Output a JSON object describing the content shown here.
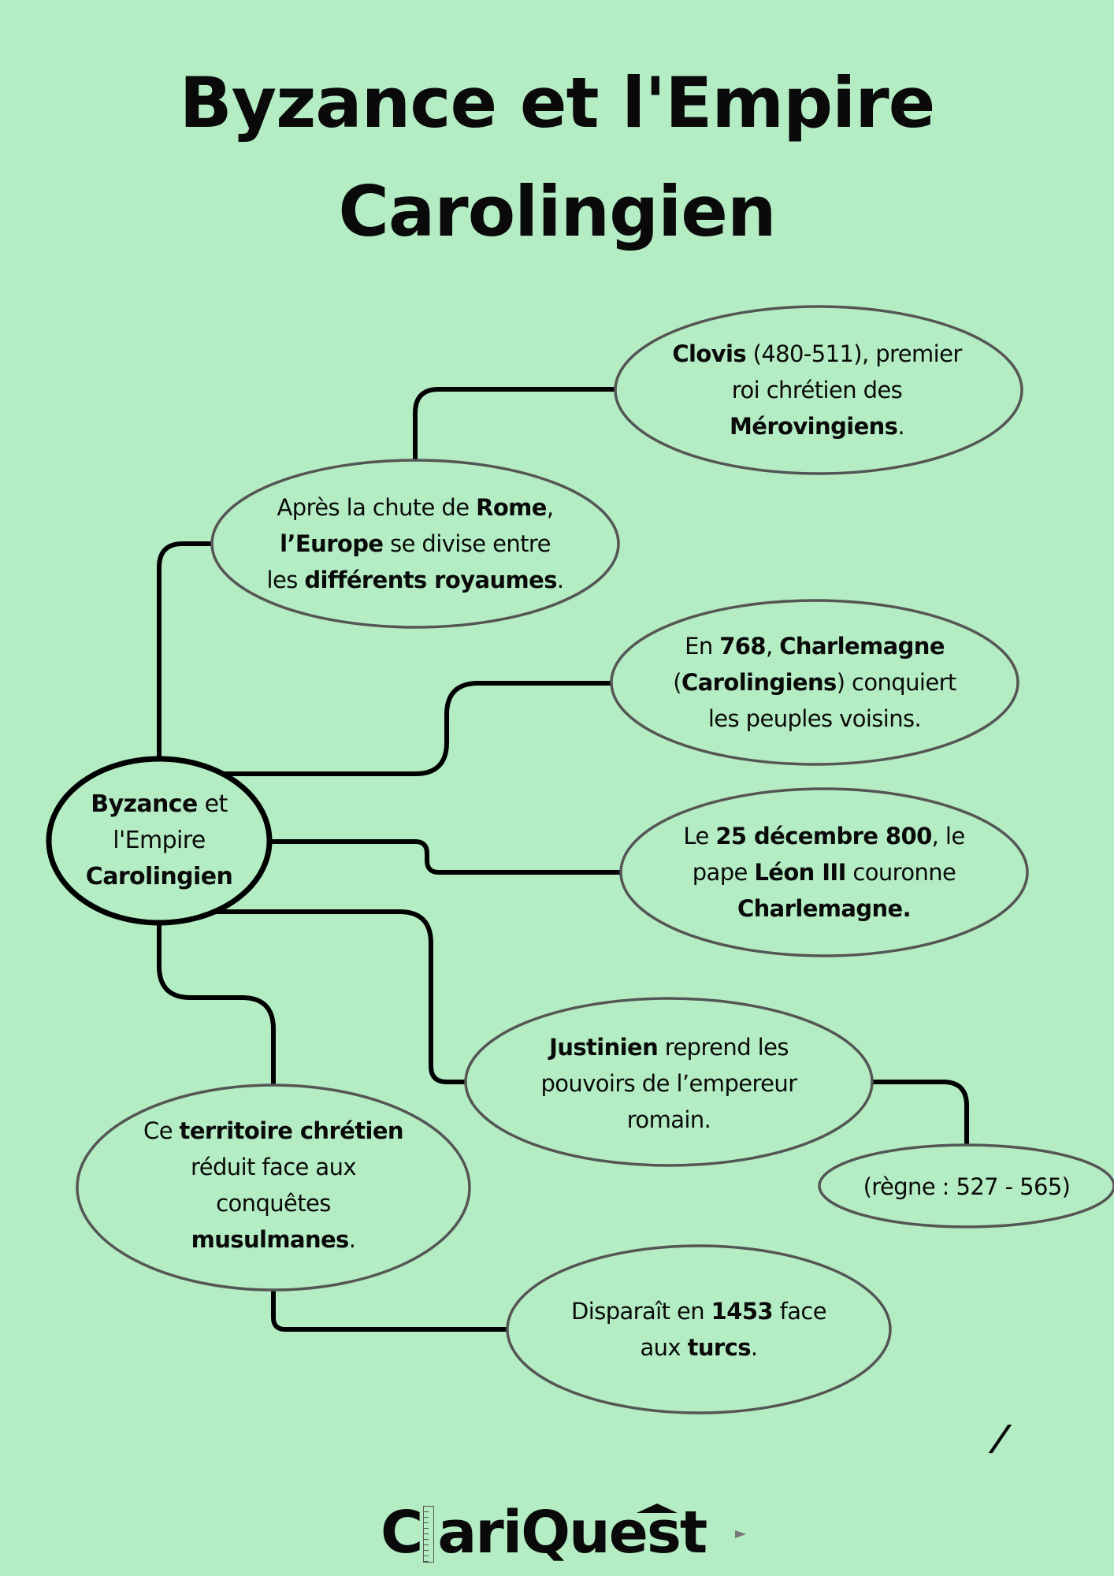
{
  "title": {
    "line1": "Byzance et l'Empire",
    "line2": "Carolingien"
  },
  "colors": {
    "background": "#b4edc4",
    "connector": "#000000",
    "node_border": "#555555",
    "central_border": "#000000",
    "text": "#0a0a0a"
  },
  "central_node": {
    "lines": [
      [
        {
          "t": "Byzance",
          "b": true
        },
        {
          "t": " et",
          "b": false
        }
      ],
      [
        {
          "t": "l'Empire",
          "b": false
        }
      ],
      [
        {
          "t": "Carolingien",
          "b": true
        }
      ]
    ]
  },
  "nodes": [
    {
      "id": "rome",
      "lines": [
        [
          {
            "t": "Après la chute de ",
            "b": false
          },
          {
            "t": "Rome",
            "b": true
          },
          {
            "t": ",",
            "b": false
          }
        ],
        [
          {
            "t": "l’Europe",
            "b": true
          },
          {
            "t": " se divise entre",
            "b": false
          }
        ],
        [
          {
            "t": "les ",
            "b": false
          },
          {
            "t": "différents royaumes",
            "b": true
          },
          {
            "t": ".",
            "b": false
          }
        ]
      ]
    },
    {
      "id": "clovis",
      "lines": [
        [
          {
            "t": "Clovis",
            "b": true
          },
          {
            "t": " (480-511), premier",
            "b": false
          }
        ],
        [
          {
            "t": "roi chrétien des",
            "b": false
          }
        ],
        [
          {
            "t": "Mérovingiens",
            "b": true
          },
          {
            "t": ".",
            "b": false
          }
        ]
      ]
    },
    {
      "id": "charlemagne-768",
      "lines": [
        [
          {
            "t": "En ",
            "b": false
          },
          {
            "t": "768",
            "b": true
          },
          {
            "t": ", ",
            "b": false
          },
          {
            "t": "Charlemagne",
            "b": true
          }
        ],
        [
          {
            "t": "(",
            "b": false
          },
          {
            "t": "Carolingiens",
            "b": true
          },
          {
            "t": ") conquiert",
            "b": false
          }
        ],
        [
          {
            "t": "les peuples voisins.",
            "b": false
          }
        ]
      ]
    },
    {
      "id": "couronnement-800",
      "lines": [
        [
          {
            "t": "Le ",
            "b": false
          },
          {
            "t": "25 décembre 800",
            "b": true
          },
          {
            "t": ", le",
            "b": false
          }
        ],
        [
          {
            "t": "pape ",
            "b": false
          },
          {
            "t": "Léon III",
            "b": true
          },
          {
            "t": " couronne",
            "b": false
          }
        ],
        [
          {
            "t": "Charlemagne.",
            "b": true
          }
        ]
      ]
    },
    {
      "id": "justinien",
      "lines": [
        [
          {
            "t": "Justinien",
            "b": true
          },
          {
            "t": " reprend les",
            "b": false
          }
        ],
        [
          {
            "t": "pouvoirs de l’empereur",
            "b": false
          }
        ],
        [
          {
            "t": "romain.",
            "b": false
          }
        ]
      ]
    },
    {
      "id": "regne",
      "lines": [
        [
          {
            "t": "(règne : 527 - 565)",
            "b": false
          }
        ]
      ]
    },
    {
      "id": "territoire",
      "lines": [
        [
          {
            "t": "Ce ",
            "b": false
          },
          {
            "t": "territoire chrétien",
            "b": true
          }
        ],
        [
          {
            "t": "réduit face aux",
            "b": false
          }
        ],
        [
          {
            "t": "conquêtes",
            "b": false
          }
        ],
        [
          {
            "t": "musulmanes",
            "b": true
          },
          {
            "t": ".",
            "b": false
          }
        ]
      ]
    },
    {
      "id": "disparition-1453",
      "lines": [
        [
          {
            "t": "Disparaît en ",
            "b": false
          },
          {
            "t": "1453",
            "b": true
          },
          {
            "t": " face",
            "b": false
          }
        ],
        [
          {
            "t": "aux ",
            "b": false
          },
          {
            "t": "turcs",
            "b": true
          },
          {
            "t": ".",
            "b": false
          }
        ]
      ]
    }
  ],
  "footer": {
    "slash": "/",
    "logo": {
      "part1": "C",
      "part2": "ariQuest",
      "icons": [
        "ruler-icon",
        "graduation-cap-icon",
        "pencil-icon"
      ]
    }
  }
}
